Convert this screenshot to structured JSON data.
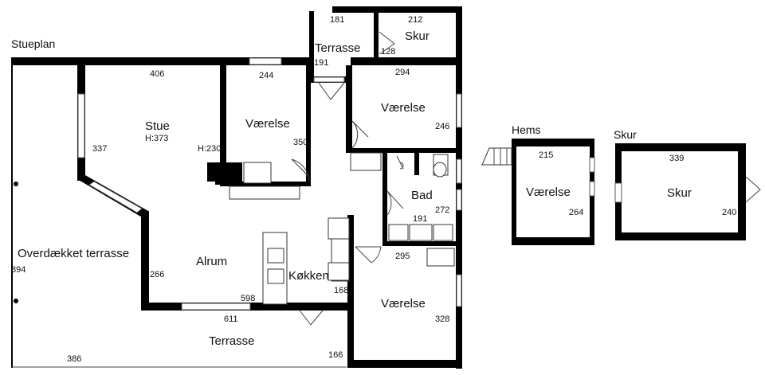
{
  "plans": {
    "ground": {
      "title": "Stueplan",
      "rooms": {
        "stue": "Stue",
        "stue_height": "H:373",
        "height2": "H:230",
        "vaerelse1": "Værelse",
        "terrasse_top": "Terrasse",
        "skur_top": "Skur",
        "vaerelse2": "Værelse",
        "bad": "Bad",
        "alrum": "Alrum",
        "koekken": "Køkken",
        "vaerelse3": "Værelse",
        "overdaekket": "Overdækket terrasse",
        "terrasse_bottom": "Terrasse"
      },
      "dims": {
        "d406": "406",
        "d244": "244",
        "d181": "181",
        "d212": "212",
        "d191a": "191",
        "d128": "128",
        "d294": "294",
        "d246": "246",
        "d337": "337",
        "d350": "350",
        "d272": "272",
        "d191b": "191",
        "d295": "295",
        "d266": "266",
        "d598": "598",
        "d611": "611",
        "d168": "168",
        "d328": "328",
        "d894": "894",
        "d386": "386",
        "d166": "166"
      }
    },
    "hems": {
      "title": "Hems",
      "room": "Værelse",
      "width": "215",
      "depth": "264"
    },
    "skur": {
      "title": "Skur",
      "room": "Skur",
      "width": "339",
      "depth": "240"
    }
  },
  "colors": {
    "wall": "#000000",
    "window": "#ffffff",
    "background": "#ffffff"
  }
}
